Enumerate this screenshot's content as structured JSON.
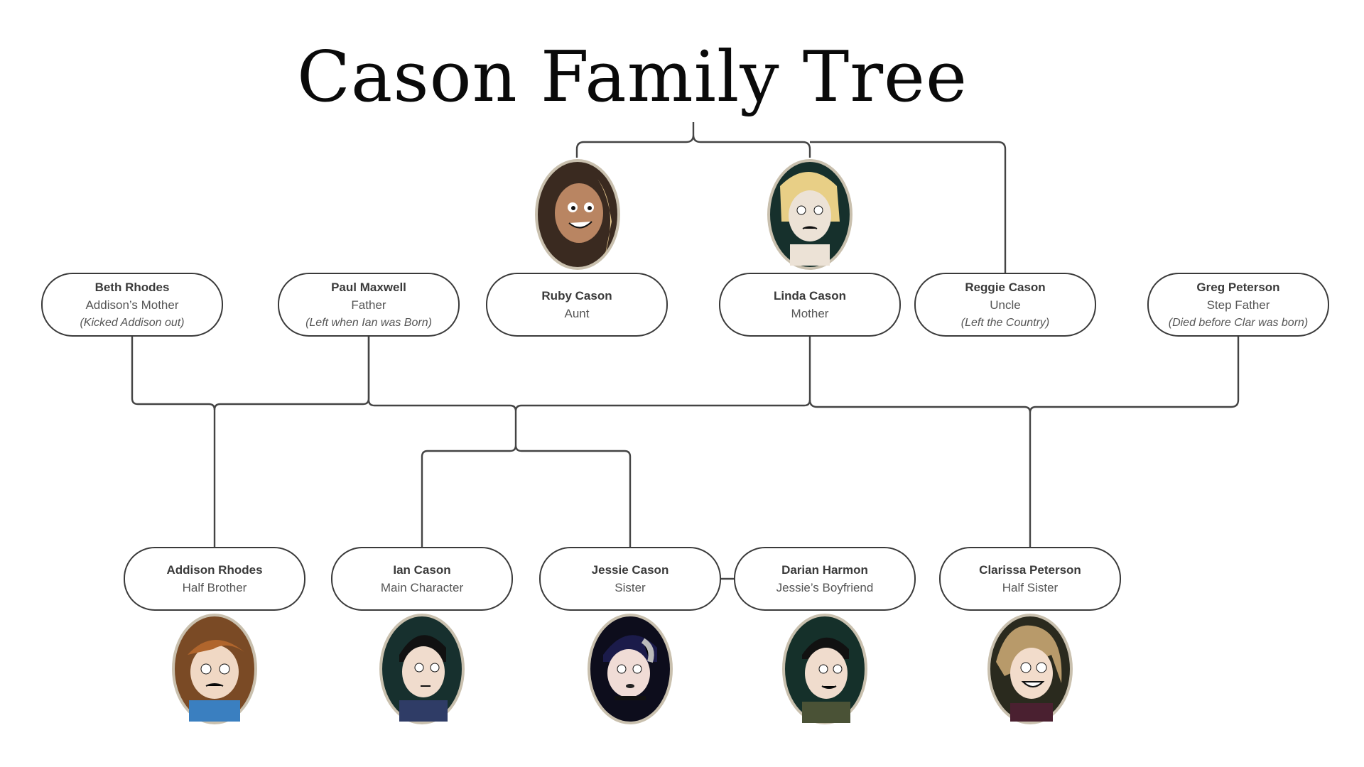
{
  "title": "Cason Family Tree",
  "colors": {
    "line": "#444444",
    "box_border": "#3a3a3a",
    "portrait_frame": "#a89f8c"
  },
  "parents": [
    {
      "name": "Beth Rhodes",
      "role": "Addison’s Mother",
      "note": "(Kicked Addison out)"
    },
    {
      "name": "Paul Maxwell",
      "role": "Father",
      "note": "(Left when Ian was Born)"
    },
    {
      "name": "Ruby Cason",
      "role": "Aunt",
      "portrait": "ruby-portrait"
    },
    {
      "name": "Linda Cason",
      "role": "Mother",
      "portrait": "linda-portrait"
    },
    {
      "name": "Reggie Cason",
      "role": "Uncle",
      "note": "(Left the Country)"
    },
    {
      "name": "Greg Peterson",
      "role": "Step Father",
      "note": "(Died before Clar was born)"
    }
  ],
  "children": [
    {
      "name": "Addison Rhodes",
      "role": "Half Brother"
    },
    {
      "name": "Ian Cason",
      "role": "Main Character"
    },
    {
      "name": "Jessie Cason",
      "role": "Sister"
    },
    {
      "name": "Darian Harmon",
      "role": "Jessie’s Boyfriend"
    },
    {
      "name": "Clarissa Peterson",
      "role": "Half Sister"
    }
  ]
}
